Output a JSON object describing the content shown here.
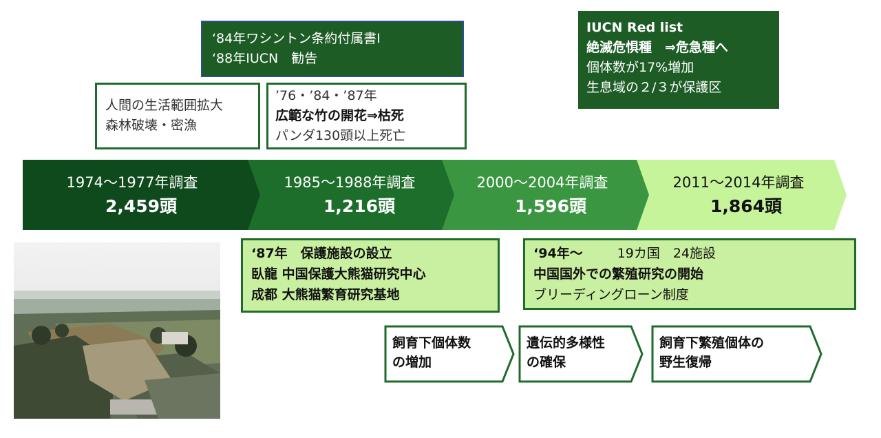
{
  "top_box": {
    "line1": "‘84年ワシントン条約付属書Ⅰ",
    "line2": "‘88年IUCN　勧告"
  },
  "iucn_box": {
    "line1": "IUCN Red list",
    "line2": "絶滅危惧種　⇒危急種へ",
    "line3": "個体数が17%増加",
    "line4": "生息域の２/３が保護区"
  },
  "cause_box": {
    "line1": "人間の生活範囲拡大",
    "line2": "森林破壊・密漁"
  },
  "bamboo_box": {
    "line1": "’76・’84・’87年",
    "line2": "広範な竹の開花⇒枯死",
    "line3": "パンダ130頭以上死亡"
  },
  "surveys": [
    {
      "period": "1974～1977年調査",
      "count": "2,459頭",
      "fill": "#0f4a1c",
      "text_color": "#ffffff"
    },
    {
      "period": "1985～1988年調査",
      "count": "1,216頭",
      "fill": "#1d6e2b",
      "text_color": "#ffffff"
    },
    {
      "period": "2000～2004年調査",
      "count": "1,596頭",
      "fill": "#3a9640",
      "text_color": "#ffffff"
    },
    {
      "period": "2011～2014年調査",
      "count": "1,864頭",
      "fill": "#c6f49a",
      "text_color": "#111111"
    }
  ],
  "facility_box": {
    "line1": "‘87年　保護施設の設立",
    "line2": "臥龍 中国保護大熊猫研究中心",
    "line3": "成都 大熊猫繁育研究基地"
  },
  "breeding_box": {
    "line1a": "‘94年～",
    "line1b": "19カ国　24施設",
    "line2": "中国国外での繁殖研究の開始",
    "line3": "ブリーディングローン制度"
  },
  "steps": [
    {
      "line1": "飼育下個体数",
      "line2": "の増加"
    },
    {
      "line1": "遺伝的多様性",
      "line2": "の確保"
    },
    {
      "line1": "飼育下繁殖個体の",
      "line2": "野生復帰"
    }
  ],
  "colors": {
    "dark_green": "#1e5c26",
    "border_green": "#1e6b2a",
    "light_green": "#c9f0a0"
  }
}
